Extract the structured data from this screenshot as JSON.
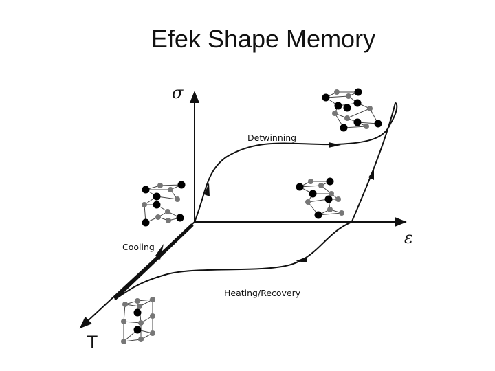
{
  "title": "Efek Shape Memory",
  "axes": {
    "stress_symbol": "σ",
    "strain_symbol": "ε",
    "temperature_symbol": "T"
  },
  "labels": {
    "detwinning": "Detwinning",
    "cooling": "Cooling",
    "heating_recovery": "Heating/Recovery"
  }
}
